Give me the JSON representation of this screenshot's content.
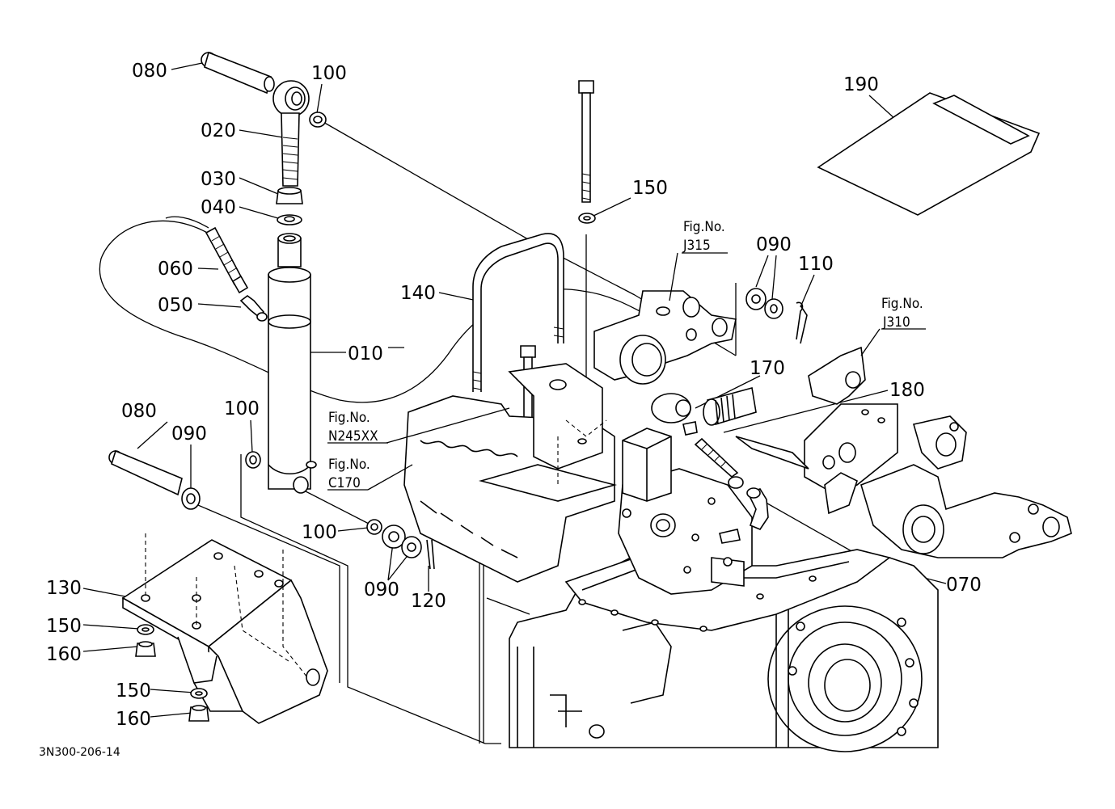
{
  "diagram": {
    "drawing_code": "3N300-206-14",
    "part_labels": {
      "p010": "010",
      "p020": "020",
      "p030": "030",
      "p040": "040",
      "p050": "050",
      "p060": "060",
      "p070": "070",
      "p080_top": "080",
      "p080_left": "080",
      "p090_left": "090",
      "p090_right": "090",
      "p090_mid": "090",
      "p100_top": "100",
      "p100_mid": "100",
      "p100_low": "100",
      "p110": "110",
      "p120": "120",
      "p130": "130",
      "p140": "140",
      "p150_top": "150",
      "p150_a": "150",
      "p150_b": "150",
      "p160_a": "160",
      "p160_b": "160",
      "p170": "170",
      "p180": "180",
      "p190": "190"
    },
    "figure_refs": {
      "j315": {
        "title": "Fig.No.",
        "code": "J315"
      },
      "j310": {
        "title": "Fig.No.",
        "code": "J310"
      },
      "n245": {
        "title": "Fig.No.",
        "code": "N245XX"
      },
      "c170": {
        "title": "Fig.No.",
        "code": "C170"
      }
    }
  }
}
